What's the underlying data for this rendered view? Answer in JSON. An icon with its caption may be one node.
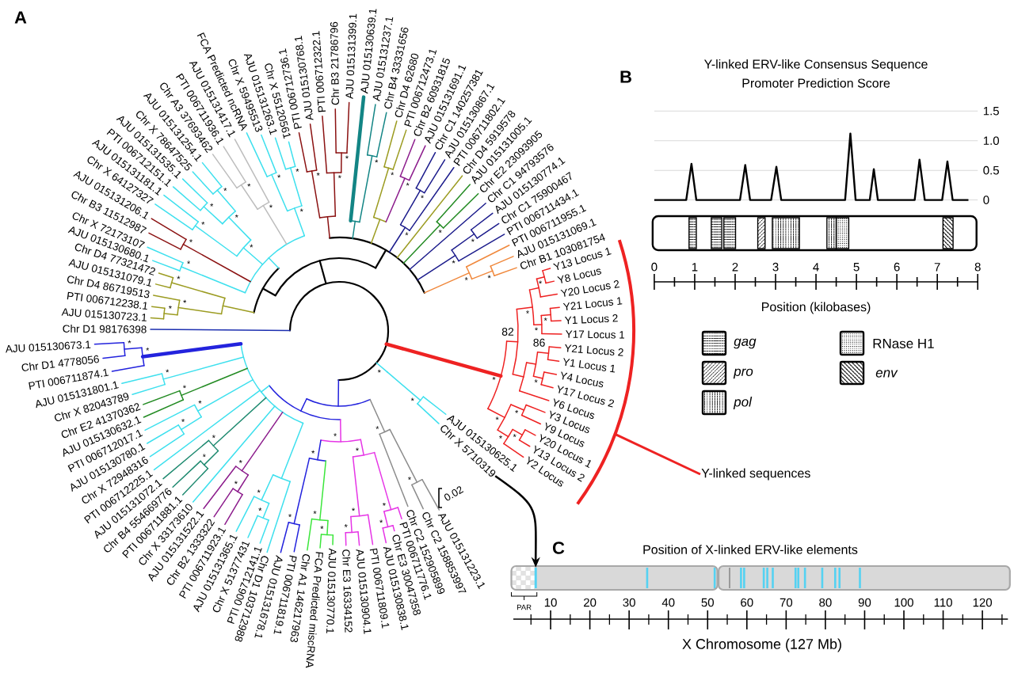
{
  "diagram": {
    "nodes": [
      {
        "text": [
          "Chr X 5710319"
        ]
      },
      {
        "text": [],
        "shape": "arc"
      },
      {
        "text": [
          "Y-linked sequences"
        ]
      },
      {
        "text": [],
        "shape": "bar"
      }
    ],
    "edges": [
      {
        "from": 2,
        "to": 1,
        "arrow": "none",
        "color": "#ee2222"
      },
      {
        "from": 0,
        "to": 3,
        "arrow": "to",
        "color": "#000000"
      }
    ],
    "labels": [
      "A",
      "Chr D1 98176398",
      "AJU 015130723.1",
      "PTI 006712238.1",
      "Chr D4 86719513",
      "AJU 015131079.1",
      "Chr D4 77321472",
      "AJU 015130680.1",
      "Chr X 72173107",
      "Chr B3 11512987",
      "AJU 015131206.1",
      "Chr X 64127327",
      "AJU 015131181.1",
      "PTI 006712151.1",
      "AJU 015131535.1",
      "Chr X 78647525",
      "AJU 015131254.1",
      "Chr A3 37693462",
      "PTI 006711936.1",
      "AJU 015131417.1",
      "FCA Predicted ncRNA",
      "Chr X 59495513",
      "AJU 015131263.1",
      "Chr X 55120561",
      "PTI 006712736.1",
      "AJU 015130768.1",
      "PTI 006712322.1",
      "Chr B3 21786796",
      "AJU 015131399.1",
      "AJU 015130639.1",
      "AJU 015131237.1",
      "Chr B4 33331656",
      "Chr D4 62680",
      "PTI 006712473.1",
      "Chr B2 60931815",
      "AJU 015131691.1",
      "Chr C1 140257381",
      "AJU 015130867.1",
      "PTI 006711802.1",
      "Chr D4 5919578",
      "AJU 015131005.1",
      "Chr E2 23093905",
      "Chr C1 94793576",
      "AJU 015130774.1",
      "Chr C1 75900467",
      "PTI 006711434.1",
      "PTI 006711955.1",
      "AJU 015131069.1",
      "Chr B1 103081754",
      "Y13 Locus 1",
      "Y8 Locus",
      "Y20 Locus 2",
      "Y21 Locus 1",
      "Y1 Locus 2",
      "Y17 Locus 1",
      "Y21 Locus 2",
      "Y1 Locus 1",
      "Y4 Locus",
      "Y17 Locus 2",
      "Y6 Locus",
      "Y3 Locus",
      "Y9 Locus",
      "Y20 Locus 1",
      "Y13 Locus 2",
      "Y2 Locus",
      "AJU 015130625.1",
      "AJU 015130673.1",
      "Chr D1 4778056",
      "PTI 006711874.1",
      "AJU 015131801.1",
      "Chr X 82043789",
      "Chr E2 41370362",
      "AJU 015130632.1",
      "PTI 006712017.1",
      "AJU 015130780.1",
      "Chr X 72948316",
      "PTI 006712225.1",
      "AJU 015131072.1",
      "Chr B4 554669776",
      "PTI 006711881.1",
      "Chr X 33173610",
      "AJU 015131522.1",
      "Chr B2 1333322",
      "PTI 006711923.1",
      "AJU 015131365.1",
      "Chr X 51377431",
      "PTI 006712141.1",
      "Chr D1 103712988",
      "AJU 015131678.1",
      "PTI 006711819.1",
      "Chr A1 146217963",
      "FCA Predicted miscRNA",
      "AJU 015130770.1",
      "Chr E3 16334152",
      "AJU 015130904.1",
      "PTI 006711809.1",
      "AJU 015130838.1",
      "Chr E3 30047358",
      "PTI 006711776.1",
      "Chr C2 152905899",
      "Chr C2 158853997",
      "AJU 015131223.1",
      "*",
      "*",
      "*",
      "*",
      "*",
      "*",
      "*",
      "*",
      "*",
      "*",
      "*",
      "*",
      "*",
      "*",
      "*",
      "*",
      "*",
      "*",
      "*",
      "*",
      "*",
      "*",
      "*",
      "*",
      "*",
      "*",
      "*",
      "*",
      "*",
      "*",
      "*",
      "*",
      "*",
      "*",
      "*",
      "*",
      "*",
      "*",
      "*",
      "*",
      "*",
      "*",
      "*",
      "*",
      "*",
      "*",
      "*",
      "*",
      "*",
      "*",
      "*",
      "*",
      "*",
      "*",
      "*",
      "*",
      "*",
      "*",
      "*",
      "*",
      "*",
      "*",
      "*",
      "*",
      "82",
      "86",
      "0.02",
      "B",
      "C",
      "Position of X-linked ERV-like elements",
      "PAR",
      "10",
      "20",
      "30",
      "40",
      "50",
      "60",
      "70",
      "80",
      "90",
      "100",
      "110",
      "120",
      "X Chromosome (127 Mb)"
    ],
    "legend": [
      {
        "text": "gag"
      },
      {
        "text": "pro"
      },
      {
        "text": "pol"
      },
      {
        "text": "RNase H1"
      },
      {
        "text": "env"
      }
    ],
    "chart_data": {
      "type": "line",
      "title": "Y-linked ERV-like Consensus Sequence Promoter Prediction Score",
      "xlabel": "Position (kilobases)",
      "x": [
        0,
        0.79,
        0.92,
        1.04,
        2.12,
        2.25,
        2.37,
        2.89,
        3.02,
        3.14,
        4.72,
        4.85,
        4.98,
        5.33,
        5.43,
        5.53,
        6.44,
        6.56,
        6.69,
        7.12,
        7.25,
        7.38,
        7.77
      ],
      "series": [
        {
          "color": "#000000",
          "values": [
            0,
            0,
            0.61,
            0,
            0,
            0.59,
            0,
            0,
            0.56,
            0,
            0,
            1.12,
            0,
            0,
            0.52,
            0,
            0,
            0.68,
            0,
            0,
            0.65,
            0,
            0
          ]
        }
      ],
      "xlim": [
        0,
        8
      ],
      "ylim": [
        0,
        1.5
      ],
      "xticks": [
        0,
        1,
        2,
        3,
        4,
        5,
        6,
        7,
        8
      ],
      "yticks": [
        {
          "value": 0,
          "label": "0"
        },
        {
          "value": 0.5,
          "label": "0.5"
        },
        {
          "value": 1,
          "label": "1.0"
        },
        {
          "value": 1.5,
          "label": "1.5"
        }
      ]
    }
  }
}
